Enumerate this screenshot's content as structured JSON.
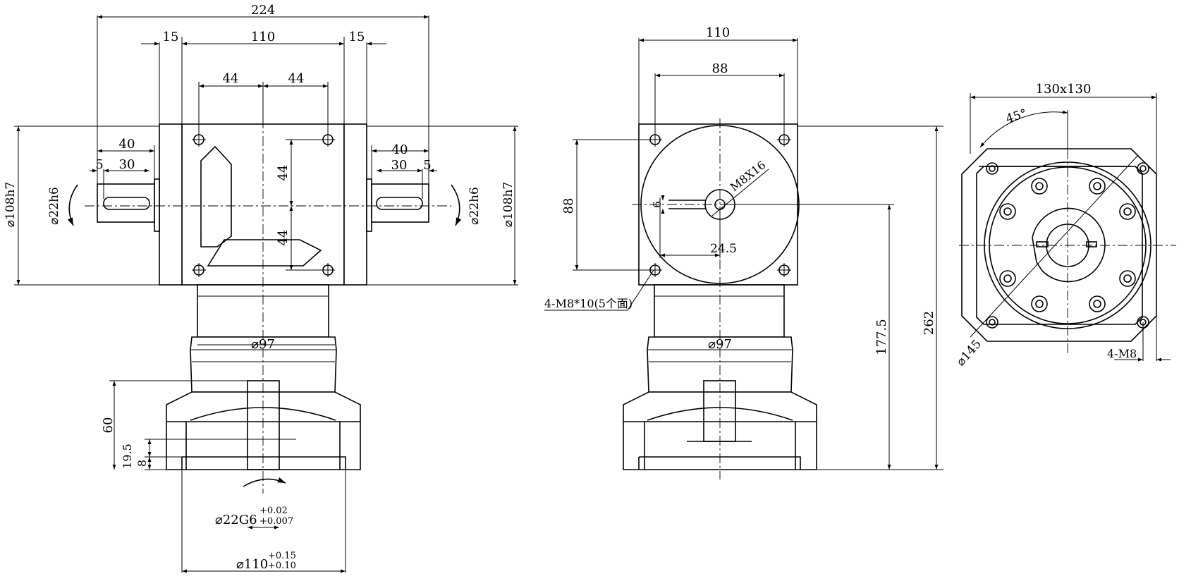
{
  "dims": {
    "front": {
      "overall_width": "224",
      "flange_left": "15",
      "body_width": "110",
      "flange_right": "15",
      "bolt_left": "44",
      "bolt_right": "44",
      "vert_upper": "44",
      "vert_lower": "44",
      "shaft_left_len": "40",
      "shaft_left_key_offset": "5",
      "shaft_left_key_len": "30",
      "shaft_right_len": "40",
      "shaft_right_key_len": "30",
      "shaft_right_key_offset": "5",
      "shaft_left_dia": "⌀22h6",
      "shaft_right_dia": "⌀22h6",
      "pilot_left": "⌀108h7",
      "pilot_right": "⌀108h7",
      "pilot_97": "⌀97",
      "height_60": "60",
      "height_19_5": "19.5",
      "height_8": "8",
      "bore_main": "⌀22G6",
      "bore_tol_upper": "+0.02",
      "bore_tol_lower": "+0.007",
      "flange_main": "⌀110",
      "flange_tol_upper": "+0.15",
      "flange_tol_lower": "+0.10"
    },
    "side": {
      "width_110": "110",
      "width_88": "88",
      "height_88": "88",
      "tap": "M8X16",
      "key_6": "6",
      "key_24_5": "24.5",
      "holes": "4-M8*10(5个面)",
      "pilot_97": "⌀97",
      "height_177_5": "177.5",
      "height_262": "262"
    },
    "flange": {
      "square": "130x130",
      "angle": "45°",
      "pcd": "⌀145",
      "holes": "4-M8"
    }
  }
}
